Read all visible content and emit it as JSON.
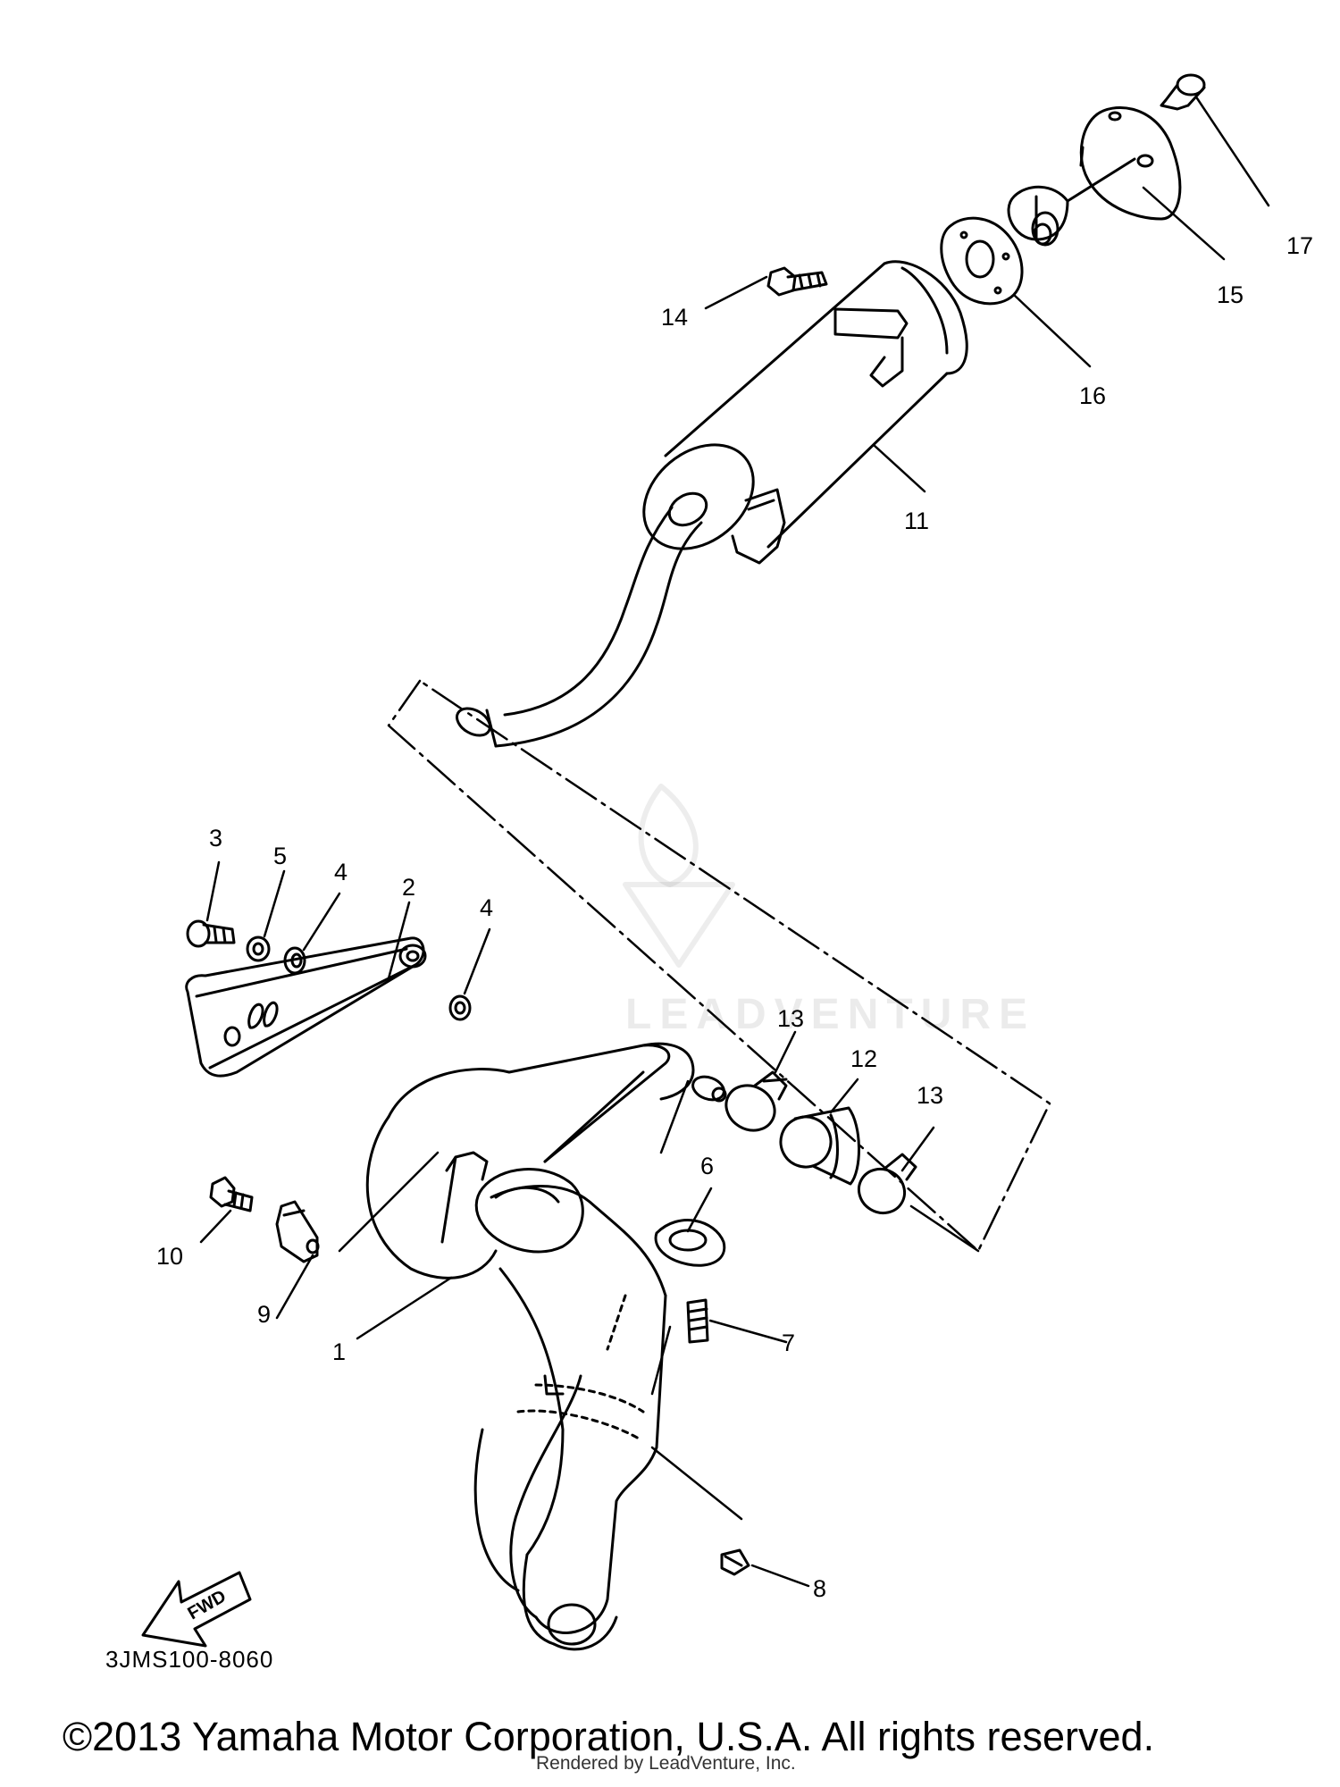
{
  "diagram": {
    "part_code": "3JMS100-8060",
    "copyright": "©2013 Yamaha Motor Corporation, U.S.A. All rights reserved.",
    "rendered_by": "Rendered by LeadVenture, Inc.",
    "watermark": "LEADVENTURE",
    "fwd_label": "FWD"
  },
  "callouts": [
    {
      "id": "1",
      "label": "1"
    },
    {
      "id": "2",
      "label": "2"
    },
    {
      "id": "3",
      "label": "3"
    },
    {
      "id": "4a",
      "label": "4"
    },
    {
      "id": "4b",
      "label": "4"
    },
    {
      "id": "5",
      "label": "5"
    },
    {
      "id": "6",
      "label": "6"
    },
    {
      "id": "7",
      "label": "7"
    },
    {
      "id": "8",
      "label": "8"
    },
    {
      "id": "9",
      "label": "9"
    },
    {
      "id": "10",
      "label": "10"
    },
    {
      "id": "11",
      "label": "11"
    },
    {
      "id": "12",
      "label": "12"
    },
    {
      "id": "13a",
      "label": "13"
    },
    {
      "id": "13b",
      "label": "13"
    },
    {
      "id": "14",
      "label": "14"
    },
    {
      "id": "15",
      "label": "15"
    },
    {
      "id": "16",
      "label": "16"
    },
    {
      "id": "17",
      "label": "17"
    }
  ]
}
